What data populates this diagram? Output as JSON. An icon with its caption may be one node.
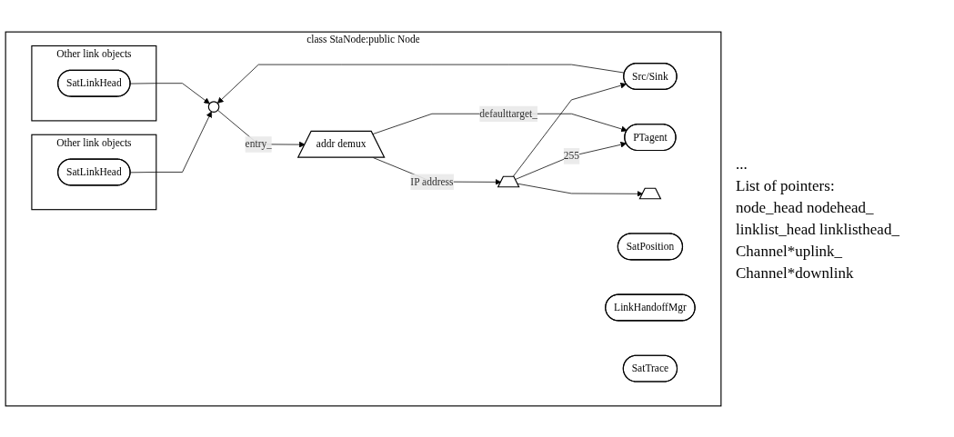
{
  "diagram": {
    "nodes": [
      {
        "text": [
          "class StaNode:public Node"
        ]
      },
      {
        "text": [],
        "shape": "circle",
        "in": 0
      },
      {
        "text": [
          "addr demux"
        ],
        "in": 0
      },
      {
        "text": [],
        "shape": "trapezoid",
        "in": 0
      },
      {
        "text": [
          "Src/Sink"
        ],
        "in": 0
      },
      {
        "text": [],
        "shape": "trapezoid",
        "in": 0
      },
      {
        "text": [
          "PTagent"
        ],
        "in": 0
      },
      {
        "text": [
          "SatPosition"
        ],
        "in": 0
      },
      {
        "text": [
          "LinkHandoffMgr"
        ],
        "in": 0
      },
      {
        "text": [
          "SatTrace"
        ],
        "in": 0
      },
      {
        "text": [
          "Other link objects"
        ],
        "in": 0
      },
      {
        "text": [
          "SatLinkHead"
        ],
        "in": 10
      },
      {
        "text": [
          "Other link objects"
        ],
        "in": 0
      },
      {
        "text": [
          "SatLinkHead"
        ],
        "in": 12
      }
    ],
    "edges": [
      {
        "from": 1,
        "to": 2,
        "arrow": "to",
        "label": "entry_"
      },
      {
        "from": 2,
        "to": 3,
        "arrow": "to",
        "label": "IP address"
      },
      {
        "from": 3,
        "to": 4,
        "arrow": "to"
      },
      {
        "from": 3,
        "to": 6,
        "arrow": "to",
        "label": "255"
      },
      {
        "from": 3,
        "to": 5,
        "arrow": "to"
      },
      {
        "from": 2,
        "to": 6,
        "arrow": "to",
        "label": "defaulttarget_"
      },
      {
        "from": 4,
        "to": 1,
        "arrow": "to"
      },
      {
        "from": 11,
        "to": 1,
        "arrow": "to"
      },
      {
        "from": 13,
        "to": 1,
        "arrow": "to"
      }
    ],
    "labels": [
      "...",
      "List of pointers:",
      "node_head nodehead_",
      "linklist_head linklisthead_",
      "Channel*uplink_",
      "Channel*downlink"
    ]
  }
}
